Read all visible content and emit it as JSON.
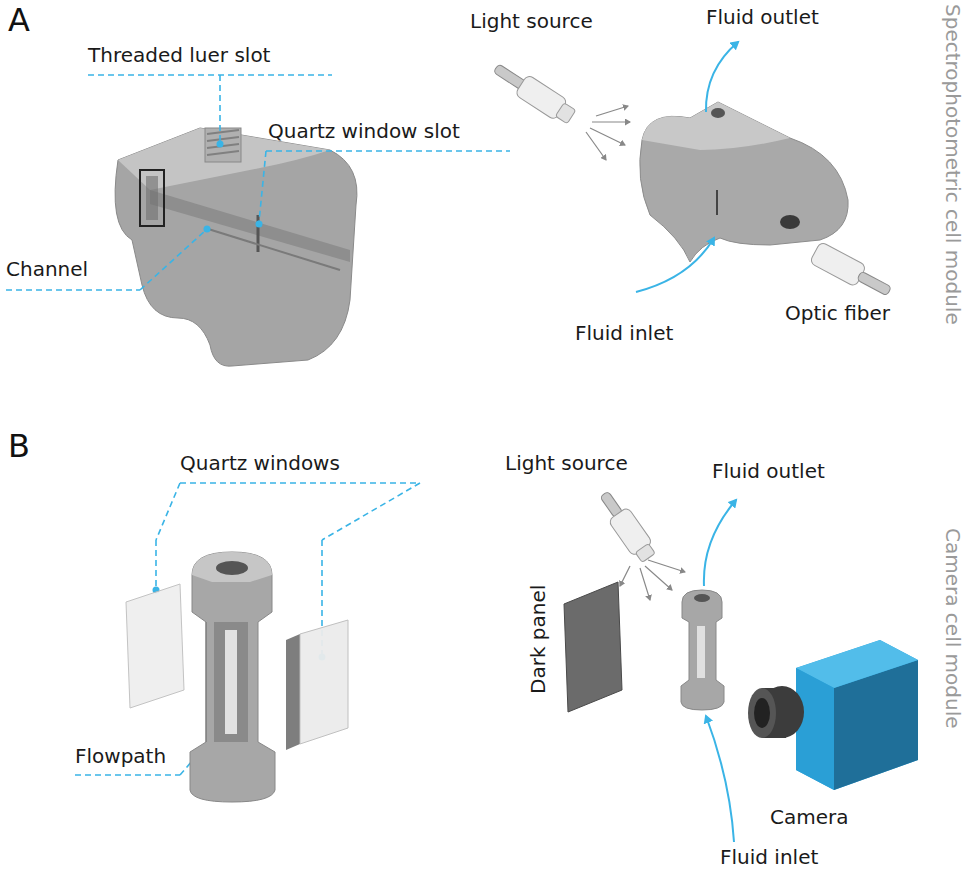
{
  "diagram": {
    "labels": [
      "A",
      "Threaded luer slot",
      "Quartz window slot",
      "Channel",
      "Light source",
      "Fluid outlet",
      "Fluid inlet",
      "Optic fiber",
      "Spectrophotometric cell module",
      "B",
      "Quartz windows",
      "Flowpath",
      "Light source",
      "Fluid outlet",
      "Dark panel",
      "Camera",
      "Fluid inlet",
      "Camera cell module"
    ]
  }
}
